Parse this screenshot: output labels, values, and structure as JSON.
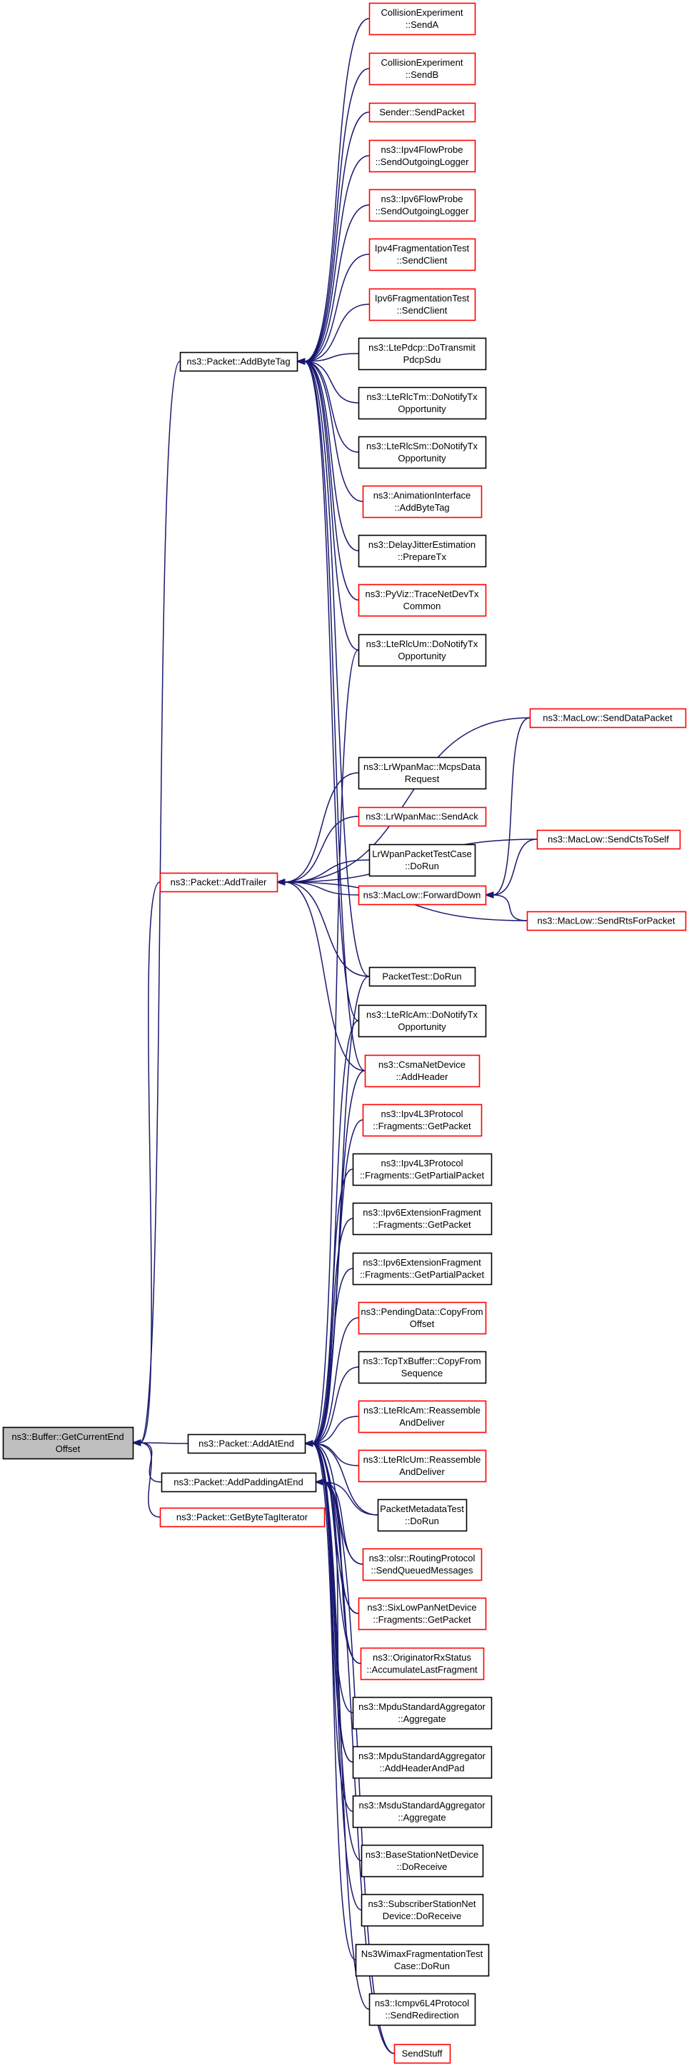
{
  "colors": {
    "edge": "#191970",
    "root_fill": "#bfbfbf",
    "root_border": "#000000",
    "documented_border": "#000000",
    "truncated_border": "#ff0000",
    "node_fill": "#ffffff"
  },
  "root": {
    "id": "root",
    "lines": [
      "ns3::Buffer::GetCurrentEnd",
      "Offset"
    ],
    "style": "root"
  },
  "nodes": [
    {
      "id": "addByteTag",
      "lines": [
        "ns3::Packet::AddByteTag"
      ],
      "style": "black"
    },
    {
      "id": "addTrailer",
      "lines": [
        "ns3::Packet::AddTrailer"
      ],
      "style": "red"
    },
    {
      "id": "addAtEnd",
      "lines": [
        "ns3::Packet::AddAtEnd"
      ],
      "style": "black"
    },
    {
      "id": "addPaddingAtEnd",
      "lines": [
        "ns3::Packet::AddPaddingAtEnd"
      ],
      "style": "black"
    },
    {
      "id": "getByteTagIterator",
      "lines": [
        "ns3::Packet::GetByteTagIterator"
      ],
      "style": "red"
    },
    {
      "id": "sendA",
      "lines": [
        "CollisionExperiment",
        "::SendA"
      ],
      "style": "red"
    },
    {
      "id": "sendB",
      "lines": [
        "CollisionExperiment",
        "::SendB"
      ],
      "style": "red"
    },
    {
      "id": "senderSendPacket",
      "lines": [
        "Sender::SendPacket"
      ],
      "style": "red"
    },
    {
      "id": "ipv4FlowProbe",
      "lines": [
        "ns3::Ipv4FlowProbe",
        "::SendOutgoingLogger"
      ],
      "style": "red"
    },
    {
      "id": "ipv6FlowProbe",
      "lines": [
        "ns3::Ipv6FlowProbe",
        "::SendOutgoingLogger"
      ],
      "style": "red"
    },
    {
      "id": "ipv4FragTest",
      "lines": [
        "Ipv4FragmentationTest",
        "::SendClient"
      ],
      "style": "red"
    },
    {
      "id": "ipv6FragTest",
      "lines": [
        "Ipv6FragmentationTest",
        "::SendClient"
      ],
      "style": "red"
    },
    {
      "id": "ltePdcp",
      "lines": [
        "ns3::LtePdcp::DoTransmit",
        "PdcpSdu"
      ],
      "style": "black"
    },
    {
      "id": "lteRlcTm",
      "lines": [
        "ns3::LteRlcTm::DoNotifyTx",
        "Opportunity"
      ],
      "style": "black"
    },
    {
      "id": "lteRlcSm",
      "lines": [
        "ns3::LteRlcSm::DoNotifyTx",
        "Opportunity"
      ],
      "style": "black"
    },
    {
      "id": "animAddByteTag",
      "lines": [
        "ns3::AnimationInterface",
        "::AddByteTag"
      ],
      "style": "red"
    },
    {
      "id": "delayJitter",
      "lines": [
        "ns3::DelayJitterEstimation",
        "::PrepareTx"
      ],
      "style": "black"
    },
    {
      "id": "pyViz",
      "lines": [
        "ns3::PyViz::TraceNetDevTx",
        "Common"
      ],
      "style": "red"
    },
    {
      "id": "lteRlcUmTx",
      "lines": [
        "ns3::LteRlcUm::DoNotifyTx",
        "Opportunity"
      ],
      "style": "black"
    },
    {
      "id": "macLowSendData",
      "lines": [
        "ns3::MacLow::SendDataPacket"
      ],
      "style": "red"
    },
    {
      "id": "lrWpanMcps",
      "lines": [
        "ns3::LrWpanMac::McpsData",
        "Request"
      ],
      "style": "black"
    },
    {
      "id": "lrWpanSendAck",
      "lines": [
        "ns3::LrWpanMac::SendAck"
      ],
      "style": "red"
    },
    {
      "id": "lrWpanTestCase",
      "lines": [
        "LrWpanPacketTestCase",
        "::DoRun"
      ],
      "style": "black"
    },
    {
      "id": "macLowSendCts",
      "lines": [
        "ns3::MacLow::SendCtsToSelf"
      ],
      "style": "red"
    },
    {
      "id": "macLowForward",
      "lines": [
        "ns3::MacLow::ForwardDown"
      ],
      "style": "red"
    },
    {
      "id": "macLowSendRts",
      "lines": [
        "ns3::MacLow::SendRtsForPacket"
      ],
      "style": "red"
    },
    {
      "id": "packetTestDoRun",
      "lines": [
        "PacketTest::DoRun"
      ],
      "style": "black"
    },
    {
      "id": "lteRlcAmTx",
      "lines": [
        "ns3::LteRlcAm::DoNotifyTx",
        "Opportunity"
      ],
      "style": "black"
    },
    {
      "id": "csmaAddHeader",
      "lines": [
        "ns3::CsmaNetDevice",
        "::AddHeader"
      ],
      "style": "red"
    },
    {
      "id": "ipv4L3GetPacket",
      "lines": [
        "ns3::Ipv4L3Protocol",
        "::Fragments::GetPacket"
      ],
      "style": "red"
    },
    {
      "id": "ipv4L3Partial",
      "lines": [
        "ns3::Ipv4L3Protocol",
        "::Fragments::GetPartialPacket"
      ],
      "style": "black"
    },
    {
      "id": "ipv6ExtGetPacket",
      "lines": [
        "ns3::Ipv6ExtensionFragment",
        "::Fragments::GetPacket"
      ],
      "style": "black"
    },
    {
      "id": "ipv6ExtPartial",
      "lines": [
        "ns3::Ipv6ExtensionFragment",
        "::Fragments::GetPartialPacket"
      ],
      "style": "black"
    },
    {
      "id": "pendingData",
      "lines": [
        "ns3::PendingData::CopyFrom",
        "Offset"
      ],
      "style": "red"
    },
    {
      "id": "tcpTxBuffer",
      "lines": [
        "ns3::TcpTxBuffer::CopyFrom",
        "Sequence"
      ],
      "style": "black"
    },
    {
      "id": "lteRlcAmReasm",
      "lines": [
        "ns3::LteRlcAm::Reassemble",
        "AndDeliver"
      ],
      "style": "red"
    },
    {
      "id": "lteRlcUmReasm",
      "lines": [
        "ns3::LteRlcUm::Reassemble",
        "AndDeliver"
      ],
      "style": "red"
    },
    {
      "id": "pktMetaTest",
      "lines": [
        "PacketMetadataTest",
        "::DoRun"
      ],
      "style": "black"
    },
    {
      "id": "olsrSendQueued",
      "lines": [
        "ns3::olsr::RoutingProtocol",
        "::SendQueuedMessages"
      ],
      "style": "red"
    },
    {
      "id": "sixLowPan",
      "lines": [
        "ns3::SixLowPanNetDevice",
        "::Fragments::GetPacket"
      ],
      "style": "red"
    },
    {
      "id": "originatorRx",
      "lines": [
        "ns3::OriginatorRxStatus",
        "::AccumulateLastFragment"
      ],
      "style": "red"
    },
    {
      "id": "mpduAggregate",
      "lines": [
        "ns3::MpduStandardAggregator",
        "::Aggregate"
      ],
      "style": "black"
    },
    {
      "id": "mpduAddHeader",
      "lines": [
        "ns3::MpduStandardAggregator",
        "::AddHeaderAndPad"
      ],
      "style": "black"
    },
    {
      "id": "msduAggregate",
      "lines": [
        "ns3::MsduStandardAggregator",
        "::Aggregate"
      ],
      "style": "black"
    },
    {
      "id": "baseStation",
      "lines": [
        "ns3::BaseStationNetDevice",
        "::DoReceive"
      ],
      "style": "black"
    },
    {
      "id": "subscriber",
      "lines": [
        "ns3::SubscriberStationNet",
        "Device::DoReceive"
      ],
      "style": "black"
    },
    {
      "id": "ns3Wimax",
      "lines": [
        "Ns3WimaxFragmentationTest",
        "Case::DoRun"
      ],
      "style": "black"
    },
    {
      "id": "icmpv6",
      "lines": [
        "ns3::Icmpv6L4Protocol",
        "::SendRedirection"
      ],
      "style": "black"
    },
    {
      "id": "sendStuff",
      "lines": [
        "SendStuff"
      ],
      "style": "red"
    }
  ],
  "edges": [
    [
      "addByteTag",
      "root"
    ],
    [
      "addTrailer",
      "root"
    ],
    [
      "addAtEnd",
      "root"
    ],
    [
      "addPaddingAtEnd",
      "root"
    ],
    [
      "getByteTagIterator",
      "root"
    ],
    [
      "sendA",
      "addByteTag"
    ],
    [
      "sendB",
      "addByteTag"
    ],
    [
      "senderSendPacket",
      "addByteTag"
    ],
    [
      "ipv4FlowProbe",
      "addByteTag"
    ],
    [
      "ipv6FlowProbe",
      "addByteTag"
    ],
    [
      "ipv4FragTest",
      "addByteTag"
    ],
    [
      "ipv6FragTest",
      "addByteTag"
    ],
    [
      "ltePdcp",
      "addByteTag"
    ],
    [
      "lteRlcTm",
      "addByteTag"
    ],
    [
      "lteRlcSm",
      "addByteTag"
    ],
    [
      "animAddByteTag",
      "addByteTag"
    ],
    [
      "delayJitter",
      "addByteTag"
    ],
    [
      "pyViz",
      "addByteTag"
    ],
    [
      "lteRlcUmTx",
      "addByteTag"
    ],
    [
      "packetTestDoRun",
      "addByteTag"
    ],
    [
      "lteRlcAmTx",
      "addByteTag"
    ],
    [
      "csmaAddHeader",
      "addByteTag"
    ],
    [
      "macLowSendData",
      "addTrailer"
    ],
    [
      "lrWpanMcps",
      "addTrailer"
    ],
    [
      "lrWpanSendAck",
      "addTrailer"
    ],
    [
      "lrWpanTestCase",
      "addTrailer"
    ],
    [
      "macLowSendCts",
      "addTrailer"
    ],
    [
      "macLowForward",
      "addTrailer"
    ],
    [
      "macLowSendRts",
      "addTrailer"
    ],
    [
      "packetTestDoRun",
      "addTrailer"
    ],
    [
      "csmaAddHeader",
      "addTrailer"
    ],
    [
      "macLowSendData",
      "macLowForward"
    ],
    [
      "macLowSendCts",
      "macLowForward"
    ],
    [
      "macLowSendRts",
      "macLowForward"
    ],
    [
      "lteRlcUmTx",
      "addAtEnd"
    ],
    [
      "packetTestDoRun",
      "addAtEnd"
    ],
    [
      "lteRlcAmTx",
      "addAtEnd"
    ],
    [
      "csmaAddHeader",
      "addAtEnd"
    ],
    [
      "ipv4L3GetPacket",
      "addAtEnd"
    ],
    [
      "ipv4L3Partial",
      "addAtEnd"
    ],
    [
      "ipv6ExtGetPacket",
      "addAtEnd"
    ],
    [
      "ipv6ExtPartial",
      "addAtEnd"
    ],
    [
      "pendingData",
      "addAtEnd"
    ],
    [
      "tcpTxBuffer",
      "addAtEnd"
    ],
    [
      "lteRlcAmReasm",
      "addAtEnd"
    ],
    [
      "lteRlcUmReasm",
      "addAtEnd"
    ],
    [
      "pktMetaTest",
      "addAtEnd"
    ],
    [
      "olsrSendQueued",
      "addAtEnd"
    ],
    [
      "sixLowPan",
      "addAtEnd"
    ],
    [
      "originatorRx",
      "addAtEnd"
    ],
    [
      "mpduAggregate",
      "addAtEnd"
    ],
    [
      "mpduAddHeader",
      "addAtEnd"
    ],
    [
      "msduAggregate",
      "addAtEnd"
    ],
    [
      "baseStation",
      "addAtEnd"
    ],
    [
      "subscriber",
      "addAtEnd"
    ],
    [
      "ns3Wimax",
      "addAtEnd"
    ],
    [
      "icmpv6",
      "addAtEnd"
    ],
    [
      "sendStuff",
      "addAtEnd"
    ],
    [
      "pktMetaTest",
      "addPaddingAtEnd"
    ],
    [
      "olsrSendQueued",
      "addPaddingAtEnd"
    ],
    [
      "sixLowPan",
      "addPaddingAtEnd"
    ],
    [
      "originatorRx",
      "addPaddingAtEnd"
    ],
    [
      "mpduAddHeader",
      "addPaddingAtEnd"
    ],
    [
      "sendStuff",
      "addPaddingAtEnd"
    ]
  ]
}
